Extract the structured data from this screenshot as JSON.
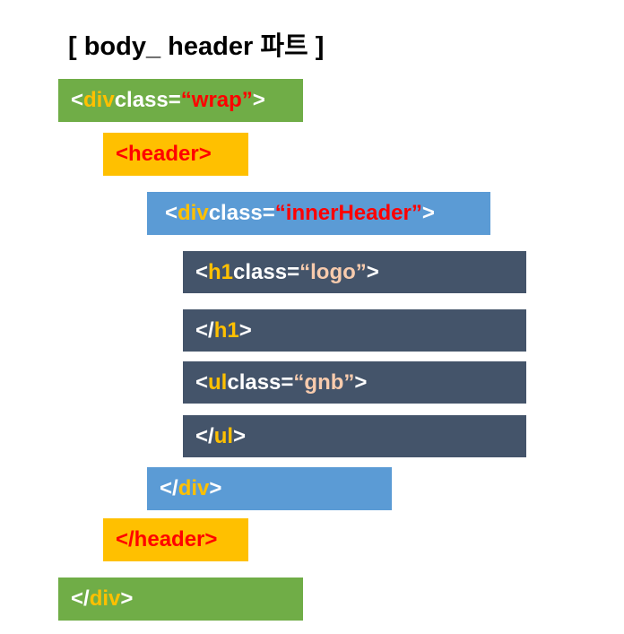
{
  "title": "[ body_ header 파트 ]",
  "lines": [
    {
      "open": "<",
      "tag": "div",
      "attr": " class=",
      "value": "“wrap”",
      "close": ">"
    },
    {
      "open": "<header>"
    },
    {
      "open": "<",
      "tag": "div",
      "attr": " class=",
      "value": "“innerHeader”",
      "close": ">"
    },
    {
      "open": "<",
      "tag": "h1",
      "attr": " class=",
      "value": "“logo”",
      "close": ">"
    },
    {
      "open": "</",
      "tag": "h1",
      "close": ">"
    },
    {
      "open": "<",
      "tag": "ul",
      "attr": " class=",
      "value": "“gnb”",
      "close": ">"
    },
    {
      "open": "</",
      "tag": "ul",
      "close": ">"
    },
    {
      "open": "</",
      "tag": "div",
      "close": ">"
    },
    {
      "open": "</header>"
    },
    {
      "open": "</",
      "tag": "div",
      "close": ">"
    }
  ],
  "colors": {
    "wrap_box": "#70ad47",
    "header_box": "#ffc000",
    "inner_header_box": "#5b9bd5",
    "inner_items_box": "#44546a",
    "tag_name_text": "#ffc000",
    "class_value_text": "#ff0000",
    "inner_class_value_text": "#f8cbad",
    "header_text": "#ff0000"
  }
}
